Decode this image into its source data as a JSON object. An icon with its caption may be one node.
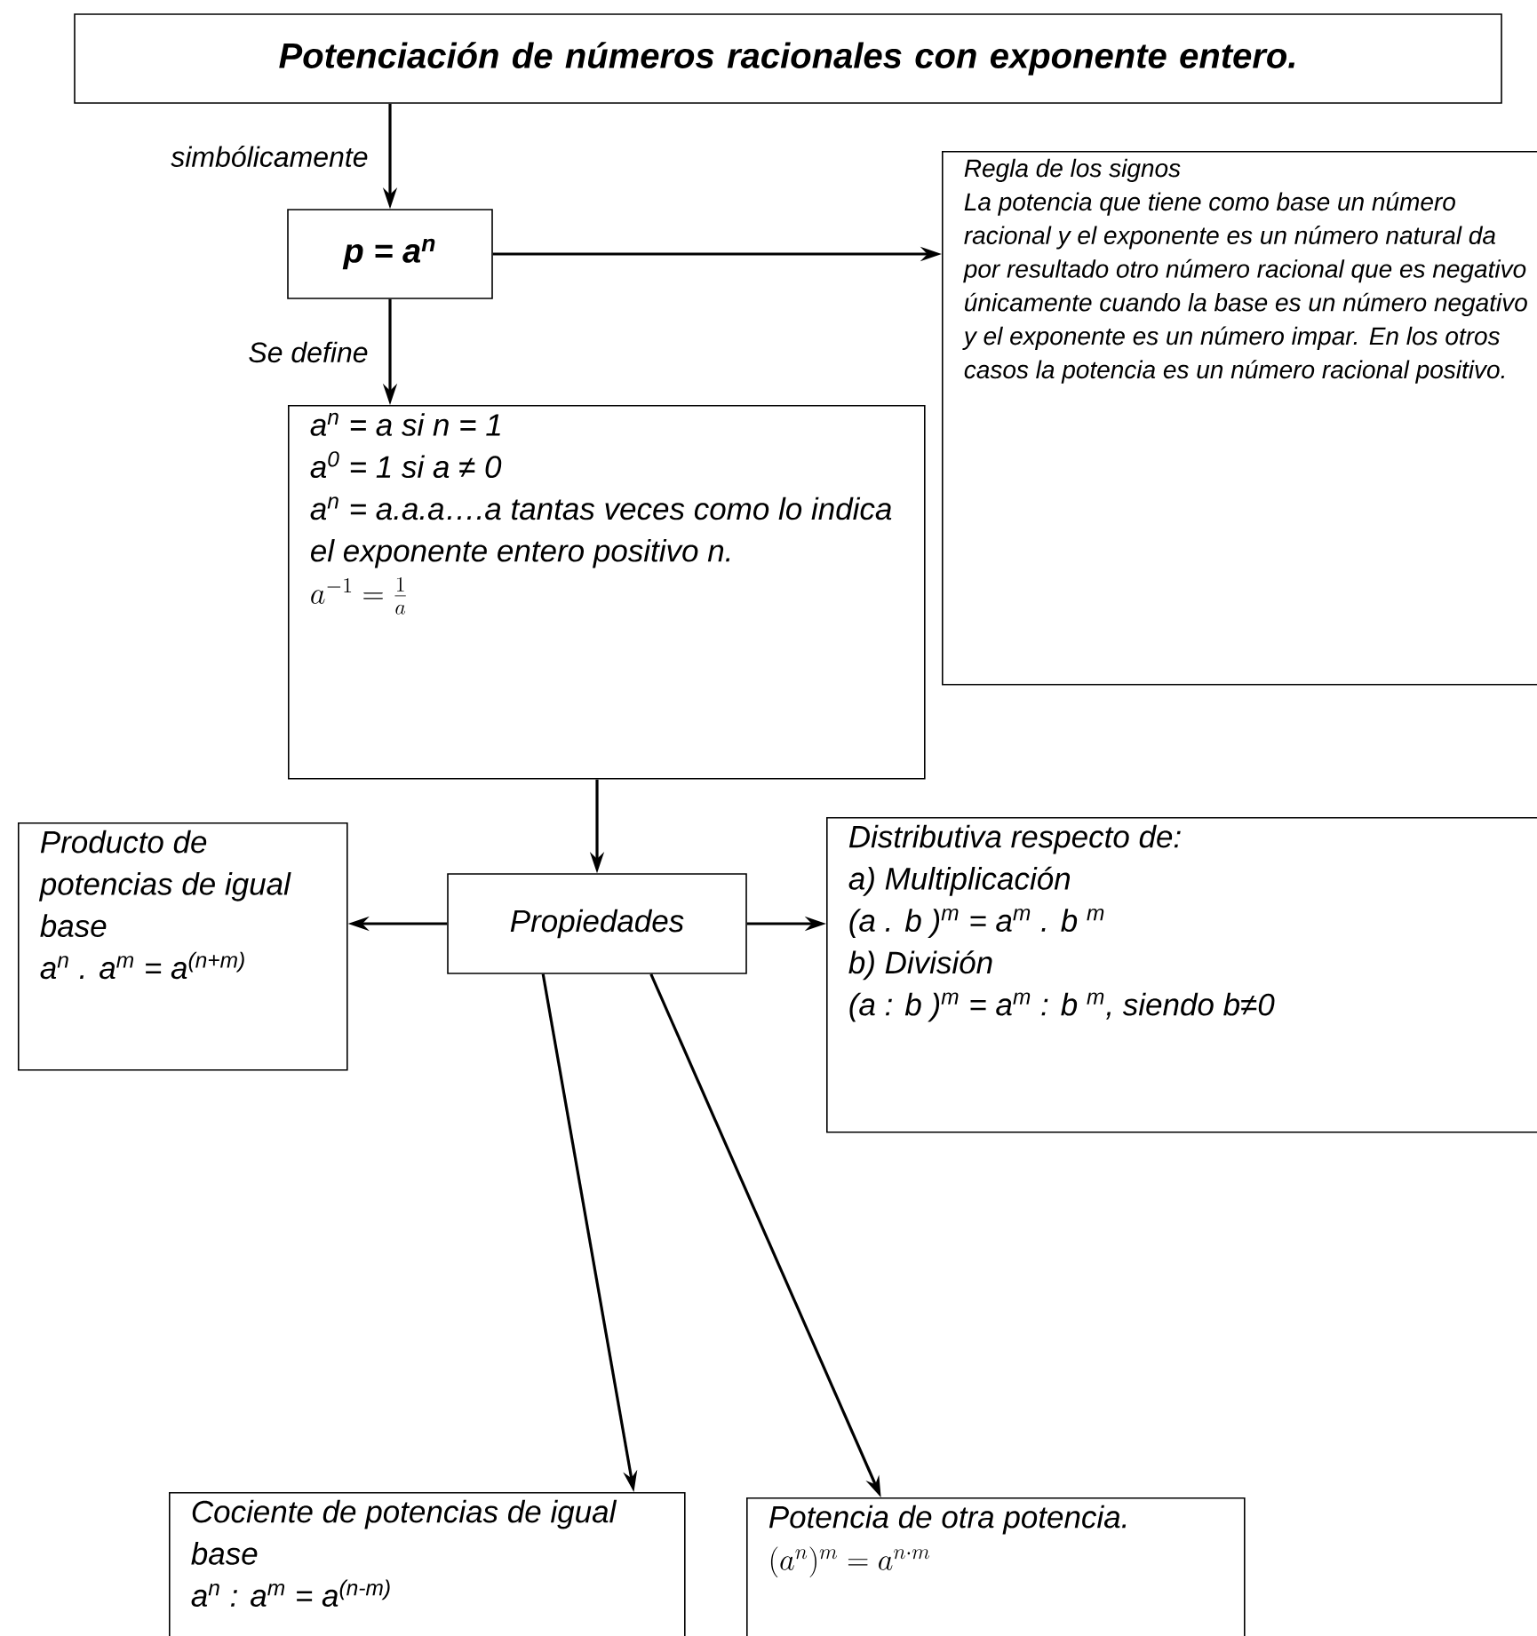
{
  "diagram": {
    "nodes": [
      {
        "text": [
          "Potenciación de números racionales  con exponente entero."
        ]
      },
      {
        "text": [
          "p = a$^{n}$"
        ]
      },
      {
        "text": [
          "Regla de los signos",
          "La potencia que tiene como base un número racional y el exponente es un número natural da por resultado otro número racional que es negativo únicamente cuando la base es un número negativo y el exponente es un número impar. En los otros casos la potencia es un número racional positivo."
        ]
      },
      {
        "text": [
          "a$^{n}$  = a si n = 1",
          "a$^{0}$ = 1 si a ≠ 0",
          "a$^{n}$ = a.a.a….a tantas veces como lo indica el exponente entero positivo n.",
          "a^{-1} = \\frac{1}{a}"
        ]
      },
      {
        "text": [
          "Propiedades"
        ]
      },
      {
        "text": [
          "Producto de potencias de igual base",
          "a$^{n}$ . a$^{m}$ = a$^{(n+m)}$"
        ]
      },
      {
        "text": [
          "Distributiva respecto de:",
          "a) Multiplicación",
          "(a . b )$^{m}$ =  a$^{m}$ . b $^{m}$",
          "b) División",
          "(a : b )$^{m}$ =  a$^{m}$  :  b $^{m}$, siendo b≠0"
        ]
      },
      {
        "text": [
          "Cociente de potencias de igual base",
          "a$^{n}$ : a$^{m}$ = a$^{(n-m)}$"
        ]
      },
      {
        "text": [
          "Potencia de otra potencia.",
          "(a^{n})^{m} = a^{n\\cdot m}"
        ]
      }
    ],
    "edges": [
      {
        "from": 0,
        "to": 1,
        "arrow": "to",
        "label": "simbólicamente"
      },
      {
        "from": 1,
        "to": 2,
        "arrow": "to"
      },
      {
        "from": 1,
        "to": 3,
        "arrow": "to",
        "label": "Se define"
      },
      {
        "from": 3,
        "to": 4,
        "arrow": "to"
      },
      {
        "from": 4,
        "to": 5,
        "arrow": "to"
      },
      {
        "from": 4,
        "to": 6,
        "arrow": "to"
      },
      {
        "from": 4,
        "to": 7,
        "arrow": "to"
      },
      {
        "from": 4,
        "to": 8,
        "arrow": "to"
      }
    ]
  }
}
